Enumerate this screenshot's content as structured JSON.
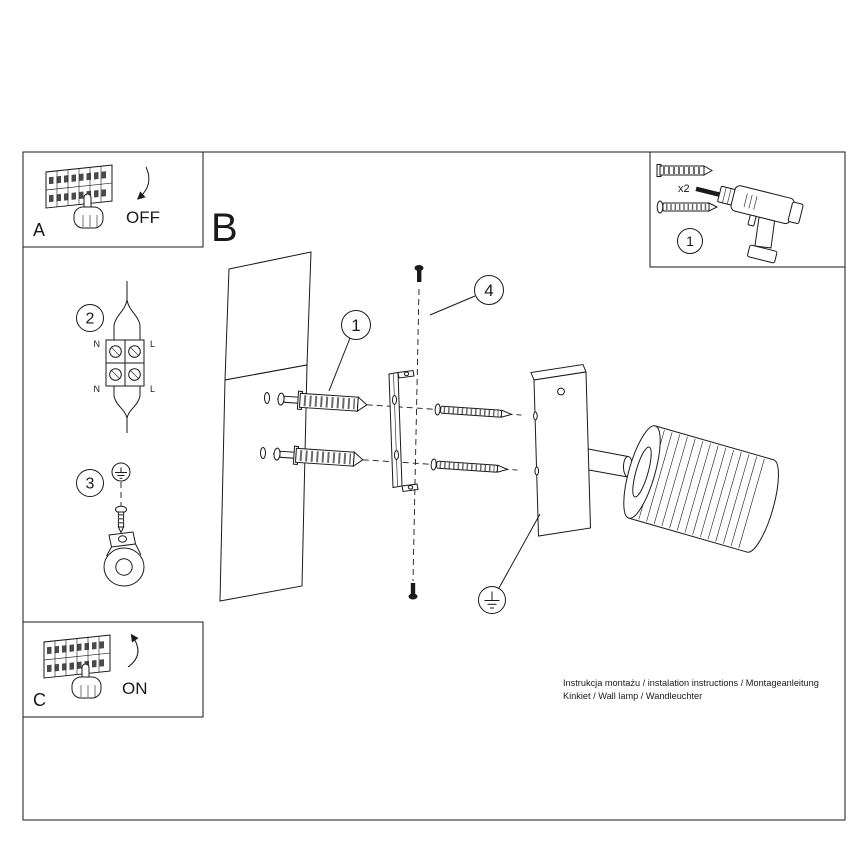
{
  "page": {
    "section_letter": "B",
    "footer_line1": "Instrukcja montażu / instalation instructions / Montageanleitung",
    "footer_line2": "Kinkiet / Wall lamp / Wandleuchter"
  },
  "panel_a": {
    "label": "A",
    "state": "OFF"
  },
  "panel_c": {
    "label": "C",
    "state": "ON"
  },
  "parts_box": {
    "step": "1",
    "quantity": "x2"
  },
  "callouts": {
    "step1": "1",
    "step2": "2",
    "step3": "3",
    "step4": "4"
  },
  "wiring": {
    "neutral_top": "N",
    "line_top": "L",
    "neutral_bottom": "N",
    "line_bottom": "L"
  },
  "colors": {
    "ink": "#1a1a1a",
    "background": "#ffffff"
  }
}
